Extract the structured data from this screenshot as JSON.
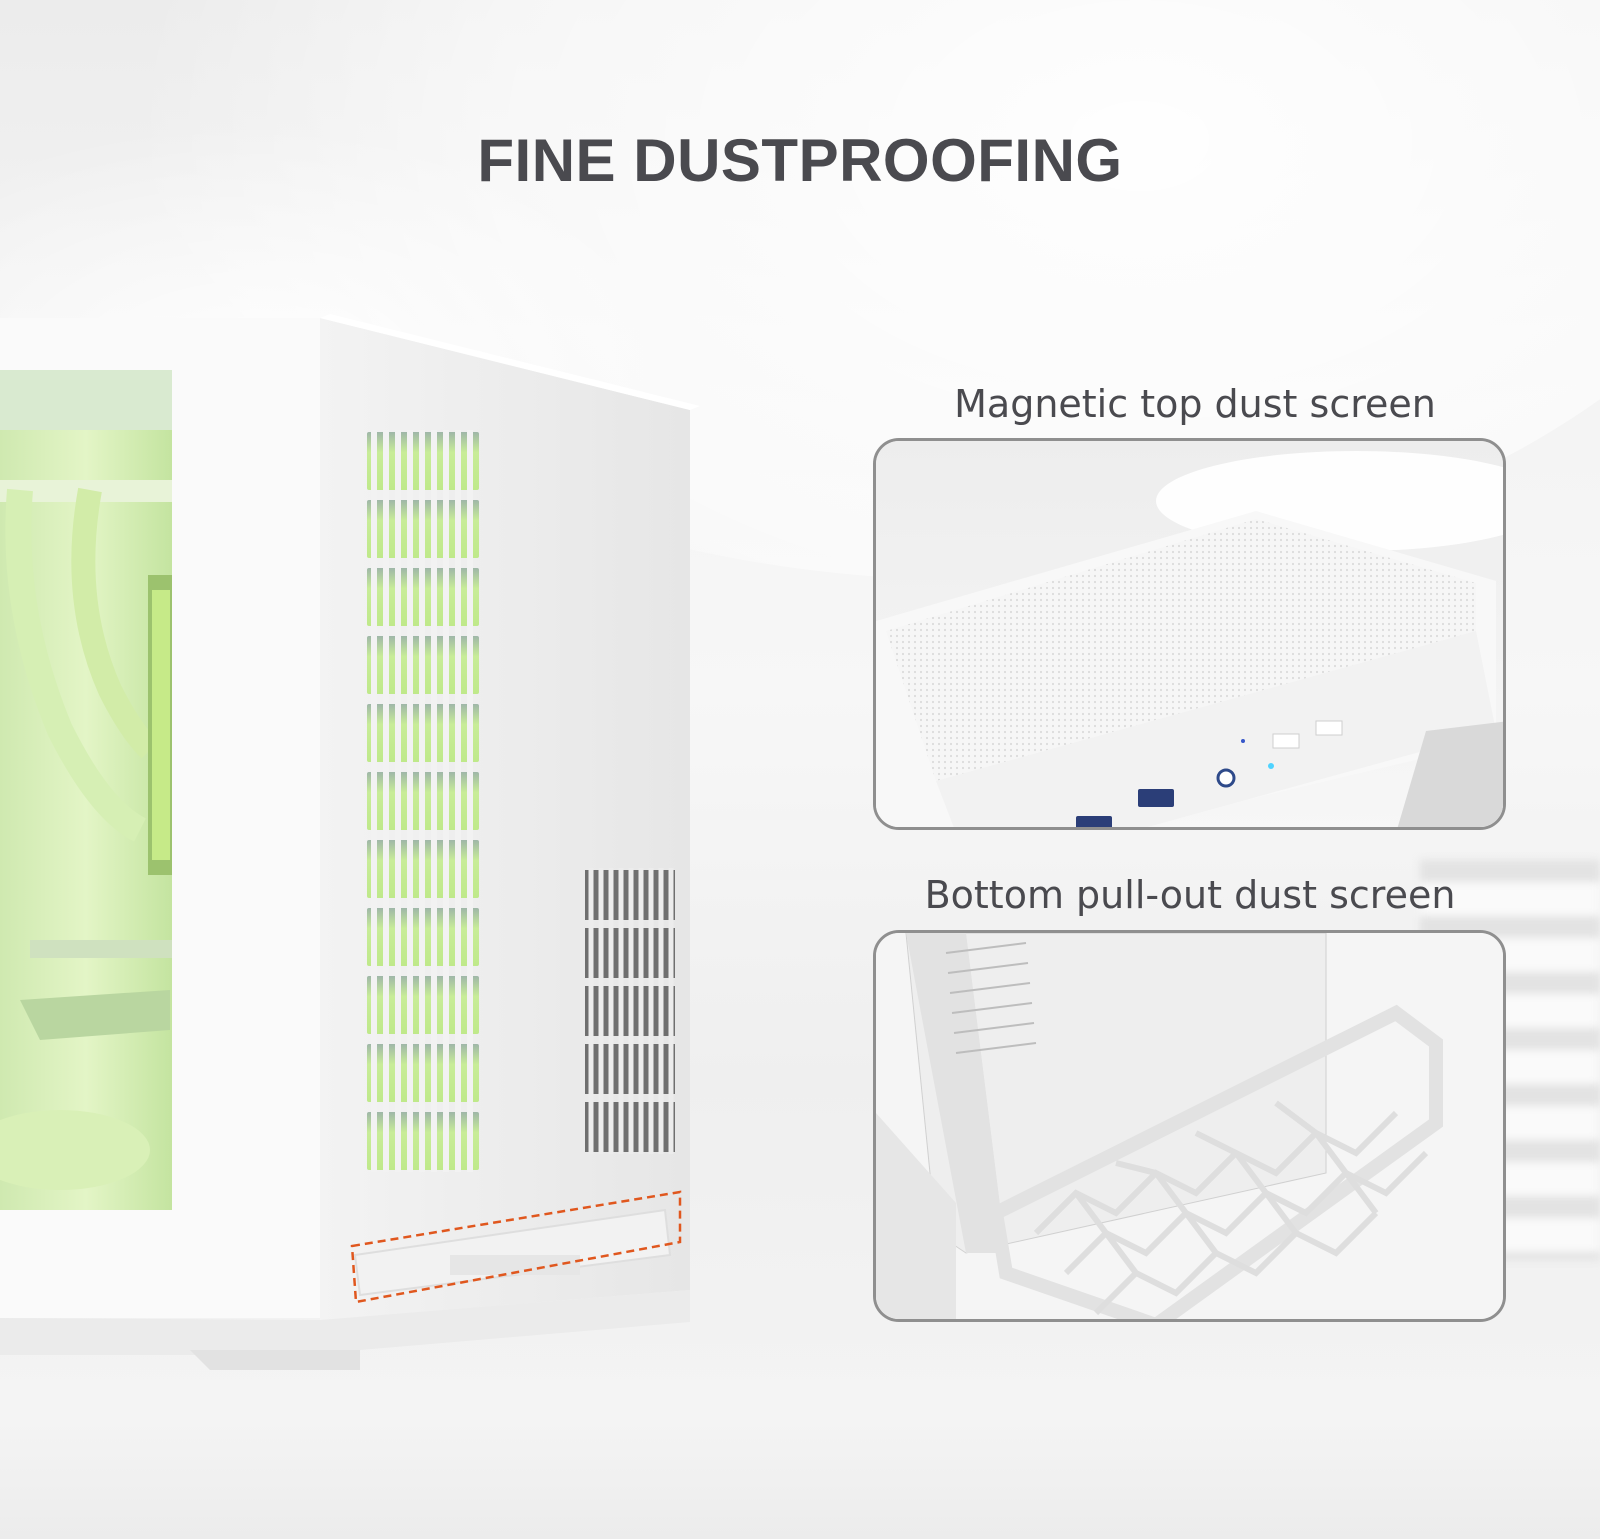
{
  "headline": "FINE DUSTPROOFING",
  "top_screen": {
    "caption": "Magnetic top dust screen",
    "icon": "top-dust-screen-photo"
  },
  "bottom_screen": {
    "caption": "Bottom pull-out dust screen",
    "icon": "bottom-dust-screen-photo"
  },
  "product": {
    "icon": "pc-case-photo",
    "glow_color": "#b8f06a",
    "highlight_color": "#e0571e"
  },
  "colors": {
    "text": "#4a4a4f",
    "panel_border": "#8f8f8f"
  }
}
